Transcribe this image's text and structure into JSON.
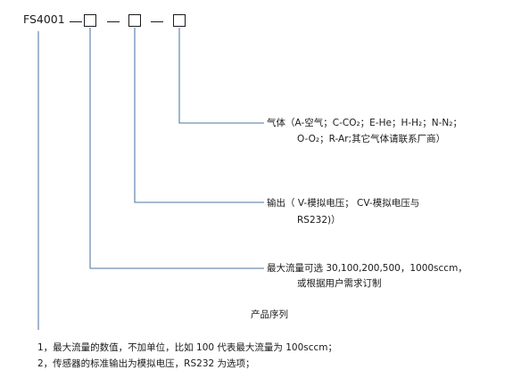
{
  "model_prefix": "FS4001",
  "options": [
    {
      "id": "gas",
      "line1": "气体（A-空气；C-CO₂；E-He；H-H₂；N-N₂；",
      "line2": "O-O₂；R-Ar;其它气体请联系厂商）"
    },
    {
      "id": "output",
      "line1": "输出（ V-模拟电压；  CV-模拟电压与",
      "line2": "RS232)）"
    },
    {
      "id": "flow",
      "line1": "最大流量可选 30,100,200,500，1000sccm，",
      "line2": "或根据用户需求订制"
    }
  ],
  "series_label": "产品序列",
  "notes": [
    "1，最大流量的数值，不加单位，比如 100 代表最大流量为 100sccm；",
    "2，传感器的标准输出为模拟电压，RS232 为选项；"
  ]
}
